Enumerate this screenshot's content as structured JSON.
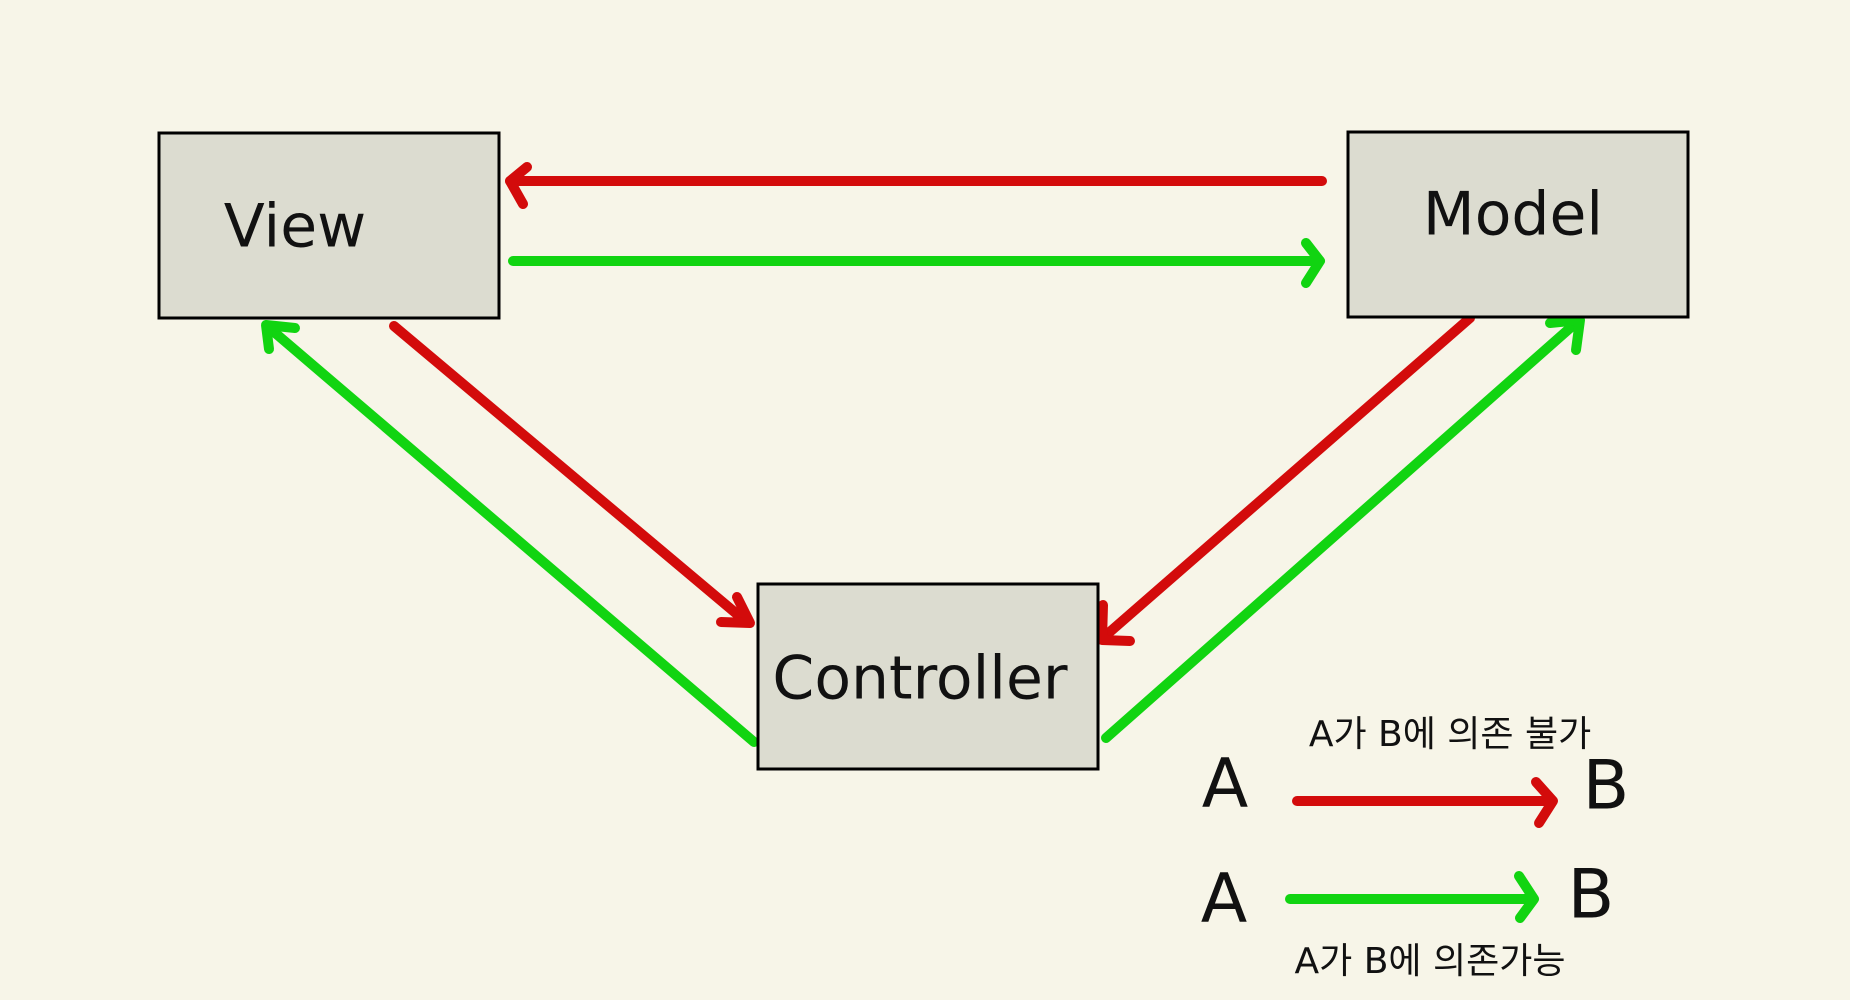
{
  "nodes": {
    "view": {
      "label": "View"
    },
    "model": {
      "label": "Model"
    },
    "controller": {
      "label": "Controller"
    }
  },
  "legend": {
    "cannot": {
      "from": "A",
      "to": "B",
      "caption": "A가 B에 의존 불가",
      "color": "#d30b0b"
    },
    "can": {
      "from": "A",
      "to": "B",
      "caption": "A가 B에 의존가능",
      "color": "#11d411"
    }
  },
  "edges": [
    {
      "from": "model",
      "to": "view",
      "type": "cannot"
    },
    {
      "from": "view",
      "to": "model",
      "type": "can"
    },
    {
      "from": "view",
      "to": "controller",
      "type": "cannot"
    },
    {
      "from": "controller",
      "to": "view",
      "type": "can"
    },
    {
      "from": "model",
      "to": "controller",
      "type": "cannot"
    },
    {
      "from": "controller",
      "to": "model",
      "type": "can"
    }
  ],
  "colors": {
    "background": "#f7f5e8",
    "box_fill": "#dcdcd0",
    "cannot": "#d30b0b",
    "can": "#11d411"
  }
}
